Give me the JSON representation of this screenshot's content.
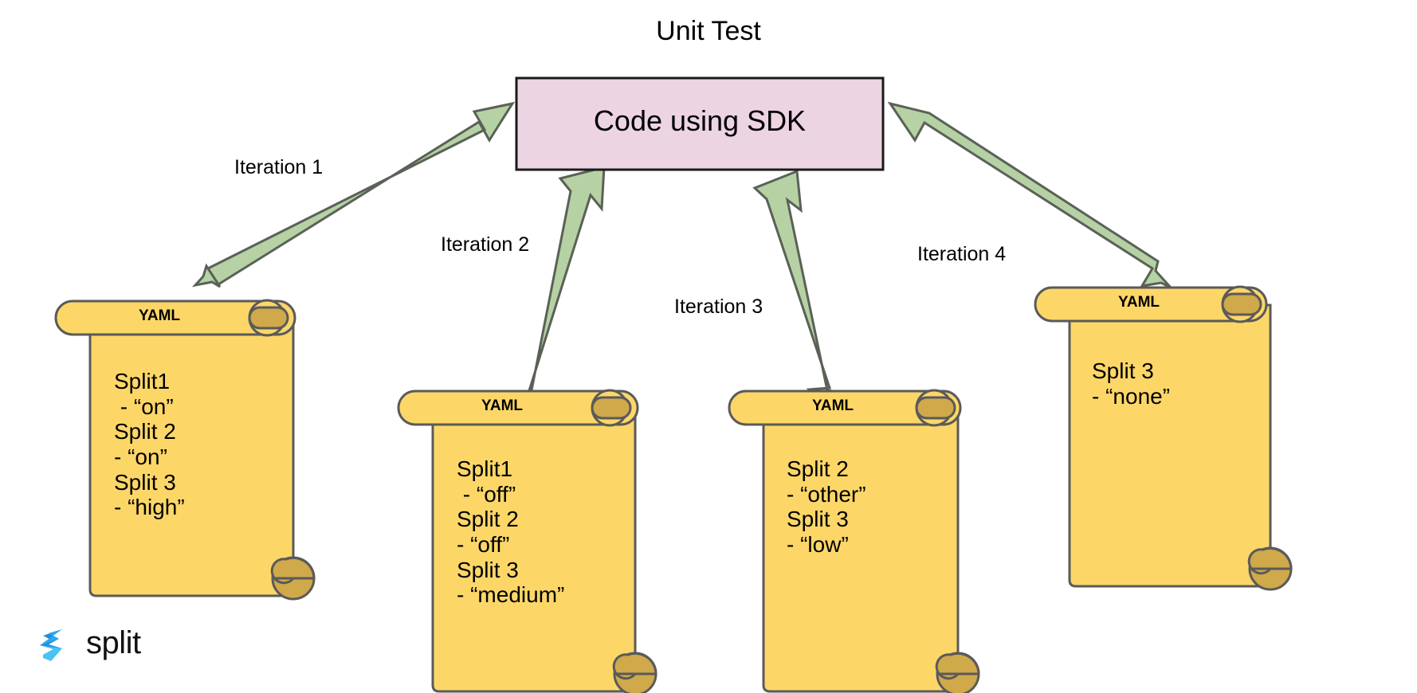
{
  "title": "Unit Test",
  "sdk_box": {
    "label": "Code using SDK",
    "fill": "#ecd4e2",
    "stroke": "#1a1a1a"
  },
  "arrow_style": {
    "fill": "#b6d2a4",
    "stroke": "#5a6157"
  },
  "iterations": [
    {
      "label": "Iteration 1"
    },
    {
      "label": "Iteration 2"
    },
    {
      "label": "Iteration 3"
    },
    {
      "label": "Iteration 4"
    }
  ],
  "yaml_docs": [
    {
      "title": "YAML",
      "body": "Split1\n - “on”\nSplit 2\n- “on”\nSplit 3\n- “high”",
      "fill": "#fcd768",
      "curl_fill": "#cfa94a",
      "stroke": "#5a5a5a"
    },
    {
      "title": "YAML",
      "body": "Split1\n - “off”\nSplit 2\n- “off”\nSplit 3\n- “medium”",
      "fill": "#fcd768",
      "curl_fill": "#cfa94a",
      "stroke": "#5a5a5a"
    },
    {
      "title": "YAML",
      "body": "Split 2\n- “other”\nSplit 3\n- “low”",
      "fill": "#fcd768",
      "curl_fill": "#cfa94a",
      "stroke": "#5a5a5a"
    },
    {
      "title": "YAML",
      "body": "Split 3\n- “none”",
      "fill": "#fcd768",
      "curl_fill": "#cfa94a",
      "stroke": "#5a5a5a"
    }
  ],
  "logo": {
    "wordmark": "split",
    "color_dark": "#1d8fe0",
    "color_light": "#49c3f5",
    "color_mid": "#2aa7ef"
  }
}
